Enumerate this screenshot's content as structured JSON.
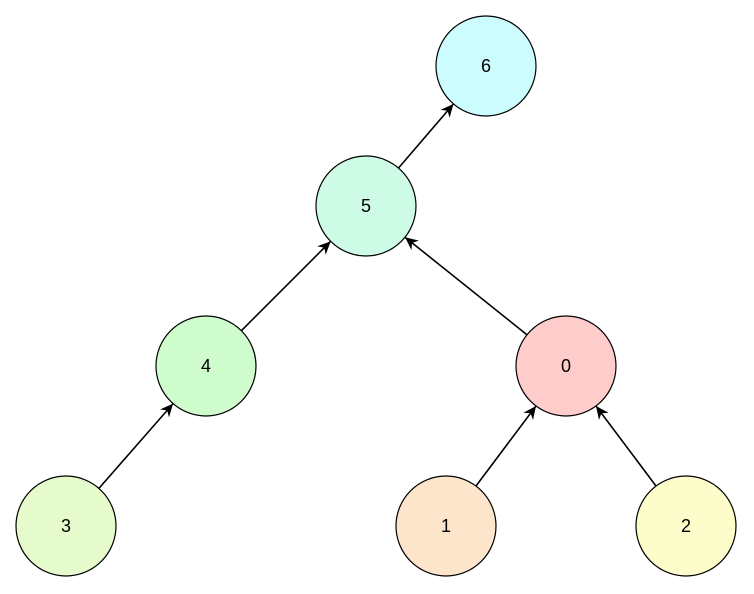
{
  "nodes": [
    {
      "id": "6",
      "label": "6",
      "color": "#ccfcfe"
    },
    {
      "id": "5",
      "label": "5",
      "color": "#cdfbe5"
    },
    {
      "id": "4",
      "label": "4",
      "color": "#cefccd"
    },
    {
      "id": "0",
      "label": "0",
      "color": "#fecccb"
    },
    {
      "id": "3",
      "label": "3",
      "color": "#e5fbcc"
    },
    {
      "id": "1",
      "label": "1",
      "color": "#fde5cc"
    },
    {
      "id": "2",
      "label": "2",
      "color": "#fdfdcb"
    }
  ],
  "edges": [
    {
      "from": "5",
      "to": "6"
    },
    {
      "from": "4",
      "to": "5"
    },
    {
      "from": "0",
      "to": "5"
    },
    {
      "from": "3",
      "to": "4"
    },
    {
      "from": "1",
      "to": "0"
    },
    {
      "from": "2",
      "to": "0"
    }
  ],
  "edge_color": "#000000"
}
